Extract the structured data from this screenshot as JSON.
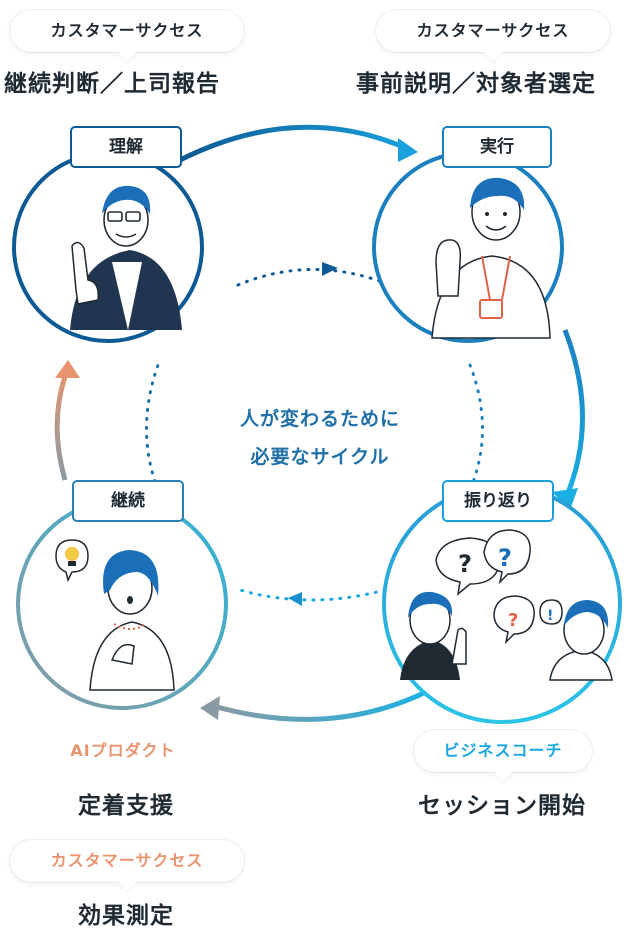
{
  "callouts": {
    "top_left": {
      "pill": "カスタマーサクセス",
      "heading": "継続判断／上司報告"
    },
    "top_right": {
      "pill": "カスタマーサクセス",
      "heading": "事前説明／対象者選定"
    },
    "bottom_left": {
      "pill": "AIプロダクト",
      "heading": "定着支援"
    },
    "bottom_right": {
      "pill": "ビジネスコーチ",
      "heading": "セッション開始"
    },
    "bottom_extra": {
      "pill": "カスタマーサクセス",
      "heading": "効果測定"
    }
  },
  "stages": {
    "understand": "理解",
    "execute": "実行",
    "reflect": "振り返り",
    "continue": "継続"
  },
  "center": {
    "line1": "人が変わるために",
    "line2": "必要なサイクル"
  },
  "colors": {
    "navy": "#0d5a94",
    "cyan": "#1aa6e0",
    "teal": "#2bb4d8",
    "gray": "#8a9aa3",
    "orange": "#e8946e",
    "text_dark": "#1f2a33"
  }
}
